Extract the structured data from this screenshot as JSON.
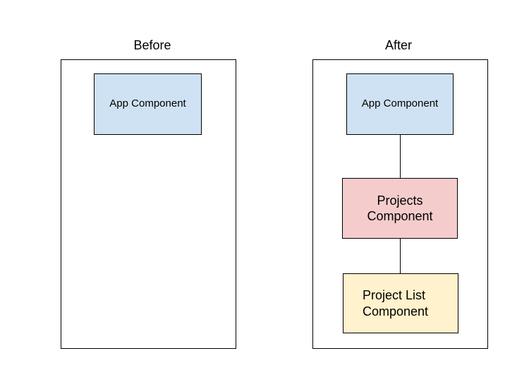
{
  "colors": {
    "app": "#cfe2f3",
    "projects": "#f4cccc",
    "project_list": "#fff2cc",
    "border": "#000000"
  },
  "before": {
    "title": "Before",
    "nodes": {
      "app": "App Component"
    }
  },
  "after": {
    "title": "After",
    "nodes": {
      "app": "App Component",
      "projects_line1": "Projects",
      "projects_line2": "Component",
      "project_list_line1": "Project List",
      "project_list_line2": "Component"
    }
  }
}
